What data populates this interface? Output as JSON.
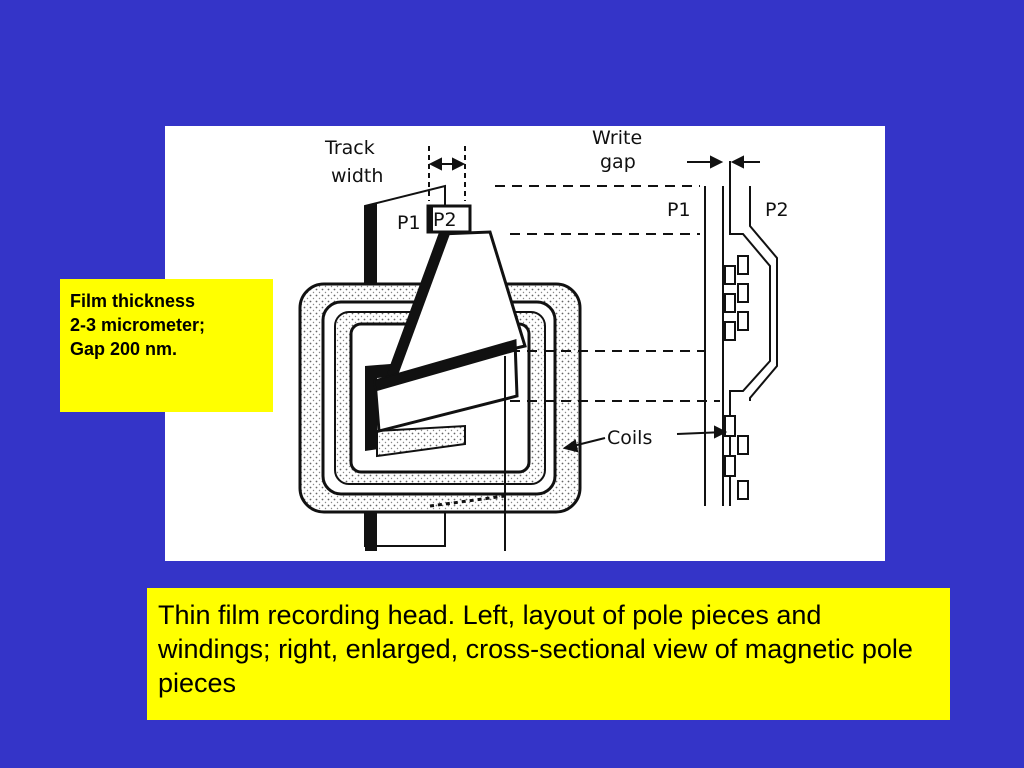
{
  "colors": {
    "background": "#3434c8",
    "callout": "#ffff00",
    "ink": "#111111"
  },
  "diagram": {
    "labels": {
      "track_width_line1": "Track",
      "track_width_line2": "width",
      "write_gap_line1": "Write",
      "write_gap_line2": "gap",
      "p1_left": "P1",
      "p2_left": "P2",
      "p1_right": "P1",
      "p2_right": "P2",
      "coils": "Coils"
    }
  },
  "note": {
    "lines": [
      "Film thickness",
      "2-3 micrometer;",
      "Gap 200 nm."
    ]
  },
  "caption": {
    "text": "Thin film recording head. Left, layout of pole pieces and windings; right, enlarged, cross-sectional view of magnetic pole pieces"
  }
}
